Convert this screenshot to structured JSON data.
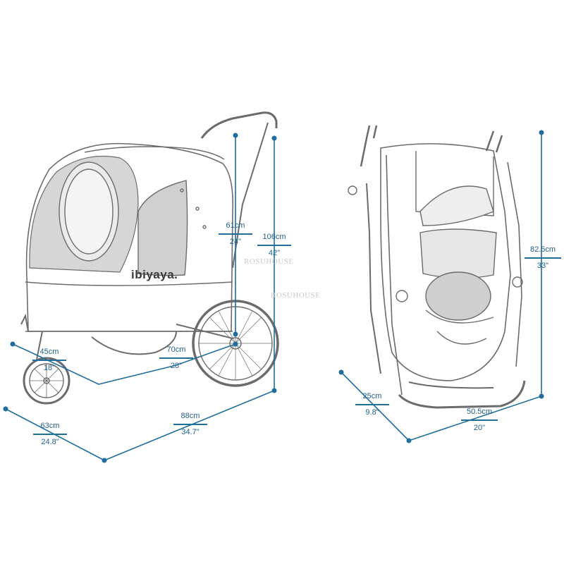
{
  "brand": "ibiyaya.",
  "watermark": "ROSUHOUSE",
  "colors": {
    "dimension": "#1f6e9c",
    "label_text": "#1f5f88",
    "outline": "#6b6b6b",
    "mesh": "#cfcfcf"
  },
  "side_view": {
    "dimensions": [
      {
        "id": "handle-height",
        "metric": "61cm",
        "imperial": "24\""
      },
      {
        "id": "total-height",
        "metric": "106cm",
        "imperial": "42\""
      },
      {
        "id": "front-wheel",
        "metric": "45cm",
        "imperial": "18\""
      },
      {
        "id": "rear-wheel",
        "metric": "70cm",
        "imperial": "28\""
      },
      {
        "id": "width",
        "metric": "63cm",
        "imperial": "24.8\""
      },
      {
        "id": "length",
        "metric": "88cm",
        "imperial": "34.7\""
      }
    ]
  },
  "folded_view": {
    "dimensions": [
      {
        "id": "folded-height",
        "metric": "82.5cm",
        "imperial": "33\""
      },
      {
        "id": "folded-depth",
        "metric": "25cm",
        "imperial": "9.8\""
      },
      {
        "id": "folded-width",
        "metric": "50.5cm",
        "imperial": "20\""
      }
    ]
  }
}
